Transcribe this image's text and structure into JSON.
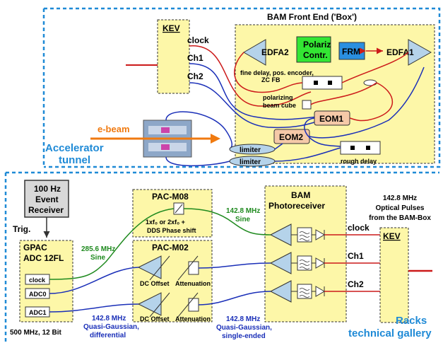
{
  "top": {
    "title": "BAM Front End ('Box')",
    "kev": "KEV",
    "clock": "clock",
    "ch1": "Ch1",
    "ch2": "Ch2",
    "polariz_line1": "Polariz",
    "polariz_line2": "Contr.",
    "edfa2": "EDFA2",
    "frm": "FRM",
    "edfa1": "EDFA1",
    "fine_delay_line1": "fine delay, pos. encoder,",
    "fine_delay_line2": "ZC FB",
    "polarizing_line1": "polarizing",
    "polarizing_line2": "beam cube",
    "eom1": "EOM1",
    "eom2": "EOM2",
    "ebeam": "e-beam",
    "limiter1": "limiter",
    "limiter2": "limiter",
    "rough_delay": "rough delay",
    "accel_line1": "Accelerator",
    "accel_line2": "tunnel"
  },
  "bottom": {
    "event_line1": "100 Hz",
    "event_line2": "Event",
    "event_line3": "Receiver",
    "trig": "Trig.",
    "gpac_line1": "GPAC",
    "gpac_line2": "ADC 12FL",
    "clock_port": "clock",
    "adc0_port": "ADC0",
    "adc1_port": "ADC1",
    "adc_spec": "500 MHz, 12 Bit",
    "freq_285_line1": "285.6 MHz",
    "freq_285_line2": "Sine",
    "pacm08": "PAC-M08",
    "pacm08_mult": "1xf₀ or 2xf₀ +",
    "pacm08_dds": "DDS Phase shift",
    "freq_142_sine_line1": "142.8 MHz",
    "freq_142_sine_line2": "Sine",
    "pacm02": "PAC-M02",
    "dc_offset_1": "DC Offset",
    "attenuation_1": "Attenuation",
    "dc_offset_2": "DC Offset",
    "attenuation_2": "Attenuation",
    "qg_diff_line1": "142.8 MHz",
    "qg_diff_line2": "Quasi-Gaussian,",
    "qg_diff_line3": "differential",
    "qg_se_line1": "142.8 MHz",
    "qg_se_line2": "Quasi-Gaussian,",
    "qg_se_line3": "single-ended",
    "bam_pr_line1": "BAM",
    "bam_pr_line2": "Photoreceiver",
    "out_clock": "clock",
    "out_ch1": "Ch1",
    "out_ch2": "Ch2",
    "optical_line1": "142.8 MHz",
    "optical_line2": "Optical Pulses",
    "optical_line3": "from the BAM-Box",
    "kev": "KEV",
    "racks_line1": "Racks",
    "racks_line2": "technical gallery"
  },
  "colors": {
    "frame": "#1f8ad6",
    "box_fill": "#fdf7a8",
    "rf_blue": "#1a2fb8",
    "rf_green": "#1f8a1f",
    "optical_red": "#cc1a1a",
    "ebeam_orange": "#f07a10",
    "polariz_green": "#33e633",
    "frm_blue": "#2a8fe0",
    "eom_fill": "#f5c9a8",
    "amp_fill": "#b5d3ea"
  }
}
